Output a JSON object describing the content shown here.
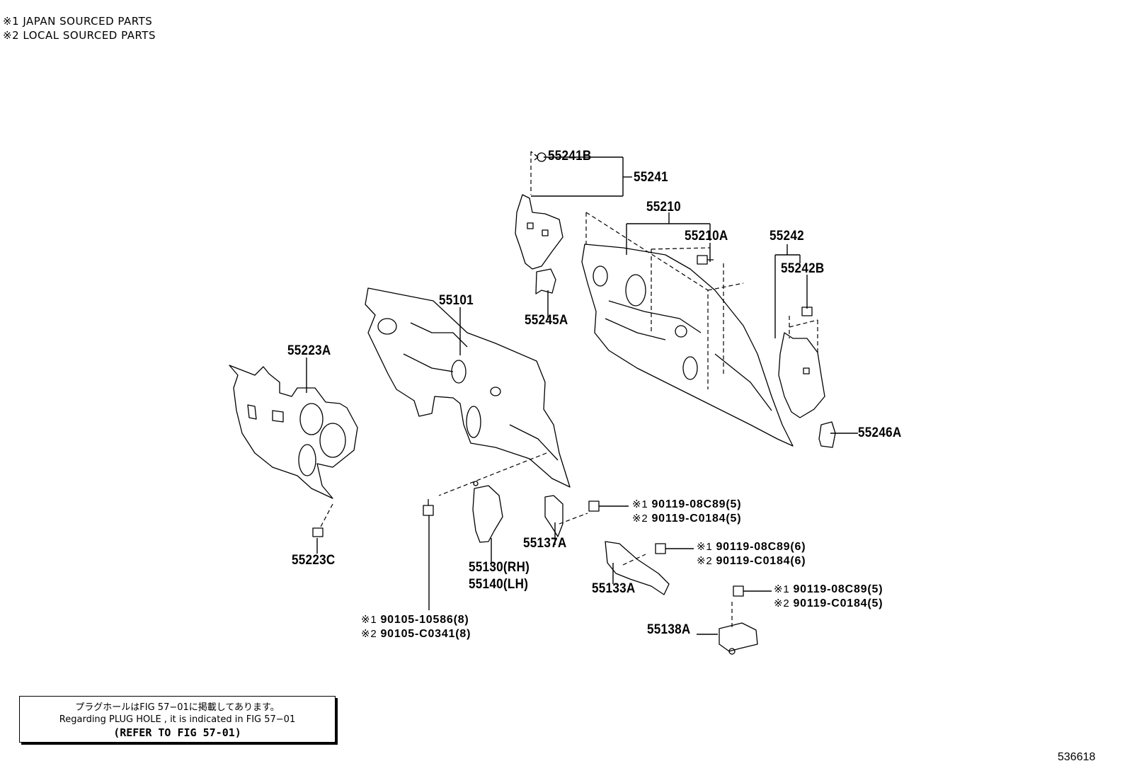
{
  "legend": {
    "line1": "※1 JAPAN SOURCED PARTS",
    "line2": "※2 LOCAL SOURCED PARTS"
  },
  "parts": {
    "p55241B": "55241B",
    "p55241": "55241",
    "p55210": "55210",
    "p55210A": "55210A",
    "p55242": "55242",
    "p55242B": "55242B",
    "p55101": "55101",
    "p55245A": "55245A",
    "p55223A": "55223A",
    "p55246A": "55246A",
    "p55223C": "55223C",
    "p55137A": "55137A",
    "p55130": "55130(RH)",
    "p55140": "55140(LH)",
    "p55133A": "55133A",
    "p55138A": "55138A"
  },
  "fasteners": {
    "f1a_mark": "※1",
    "f1a": "90119-08C89(5)",
    "f1b_mark": "※2",
    "f1b": "90119-C0184(5)",
    "f2a_mark": "※1",
    "f2a": "90119-08C89(6)",
    "f2b_mark": "※2",
    "f2b": "90119-C0184(6)",
    "f3a_mark": "※1",
    "f3a": "90119-08C89(5)",
    "f3b_mark": "※2",
    "f3b": "90119-C0184(5)",
    "f4a_mark": "※1",
    "f4a": "90105-10586(8)",
    "f4b_mark": "※2",
    "f4b": "90105-C0341(8)"
  },
  "note": {
    "line1": "プラグホールはFIG 57−01に掲載してあります。",
    "line2": "Regarding PLUG HOLE , it is indicated in FIG 57−01",
    "line3": "(REFER TO FIG 57-01)"
  },
  "figure_number": "536618"
}
